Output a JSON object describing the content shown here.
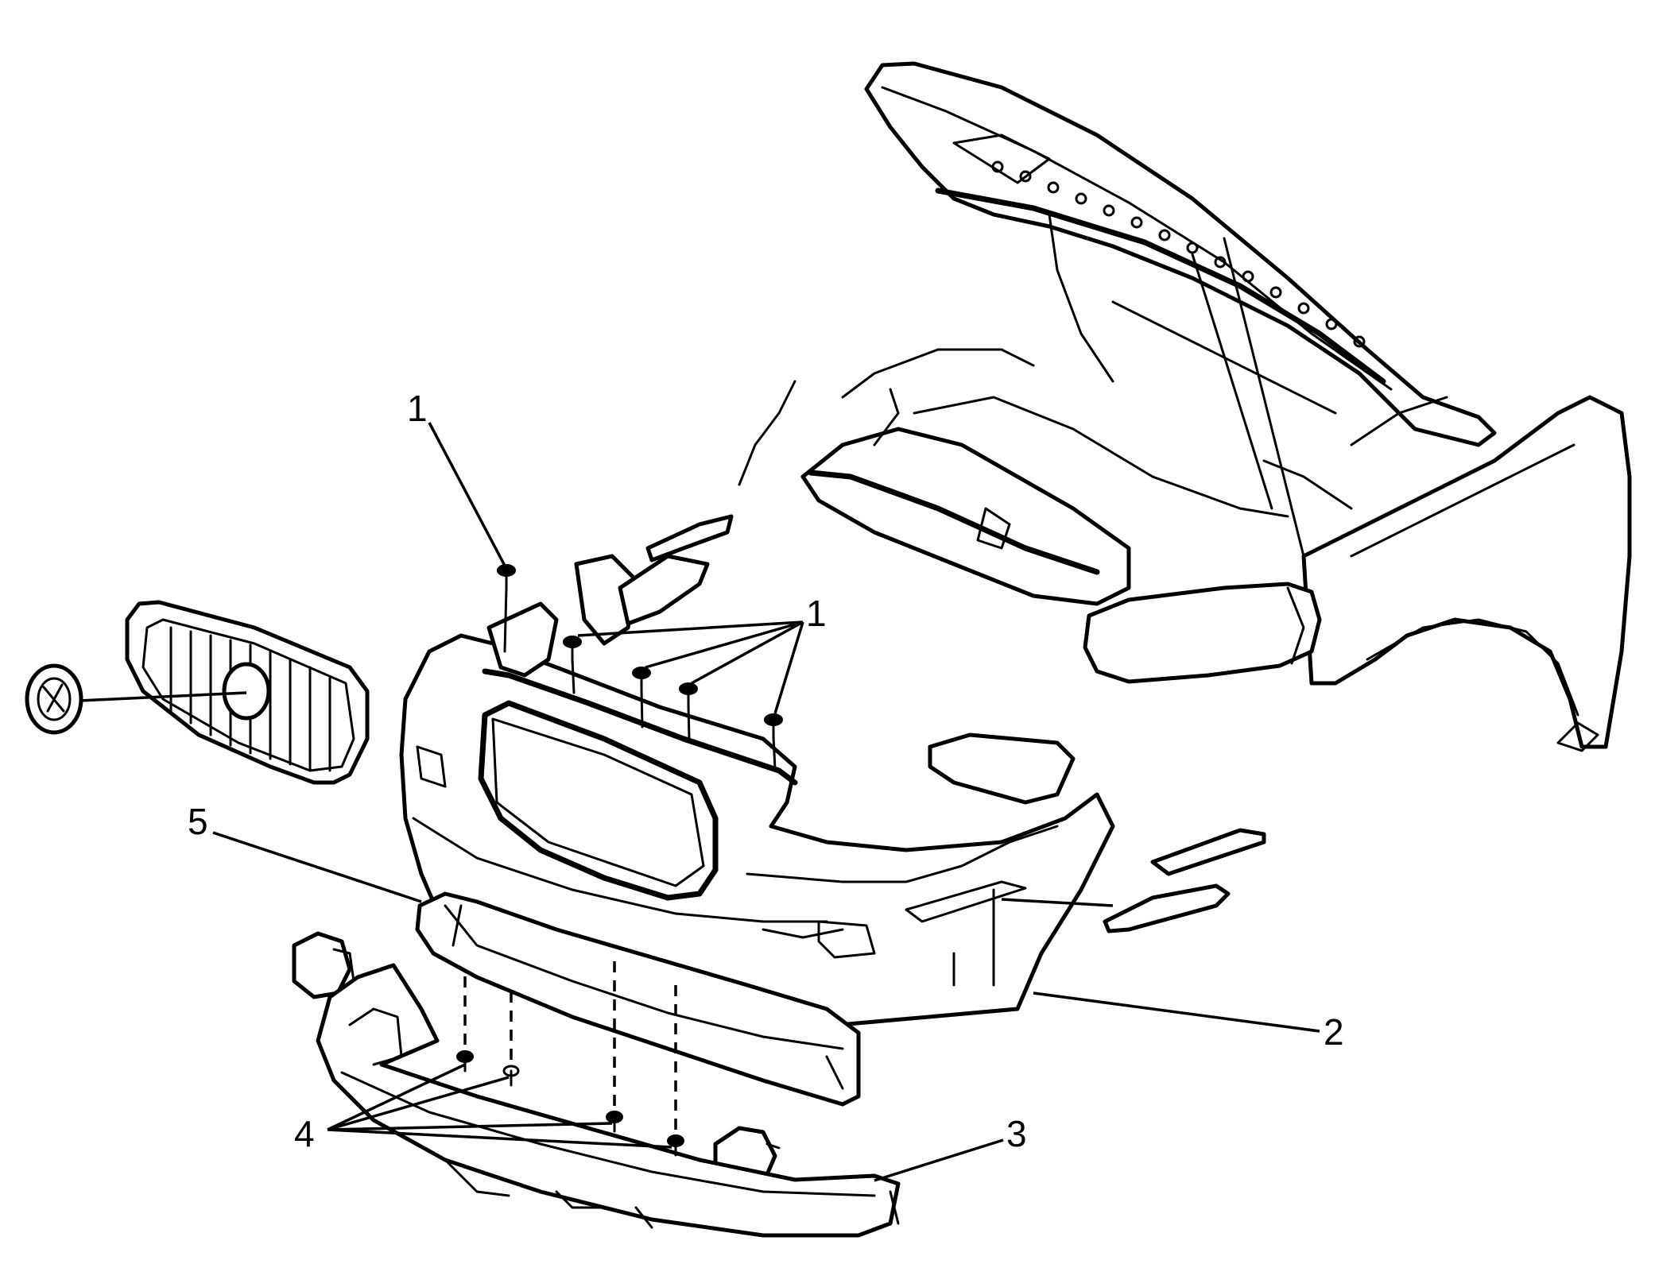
{
  "callouts": [
    {
      "id": "c1a",
      "label": "1"
    },
    {
      "id": "c1b",
      "label": "1"
    },
    {
      "id": "c2",
      "label": "2"
    },
    {
      "id": "c3",
      "label": "3"
    },
    {
      "id": "c4",
      "label": "4"
    },
    {
      "id": "c5",
      "label": "5"
    }
  ]
}
